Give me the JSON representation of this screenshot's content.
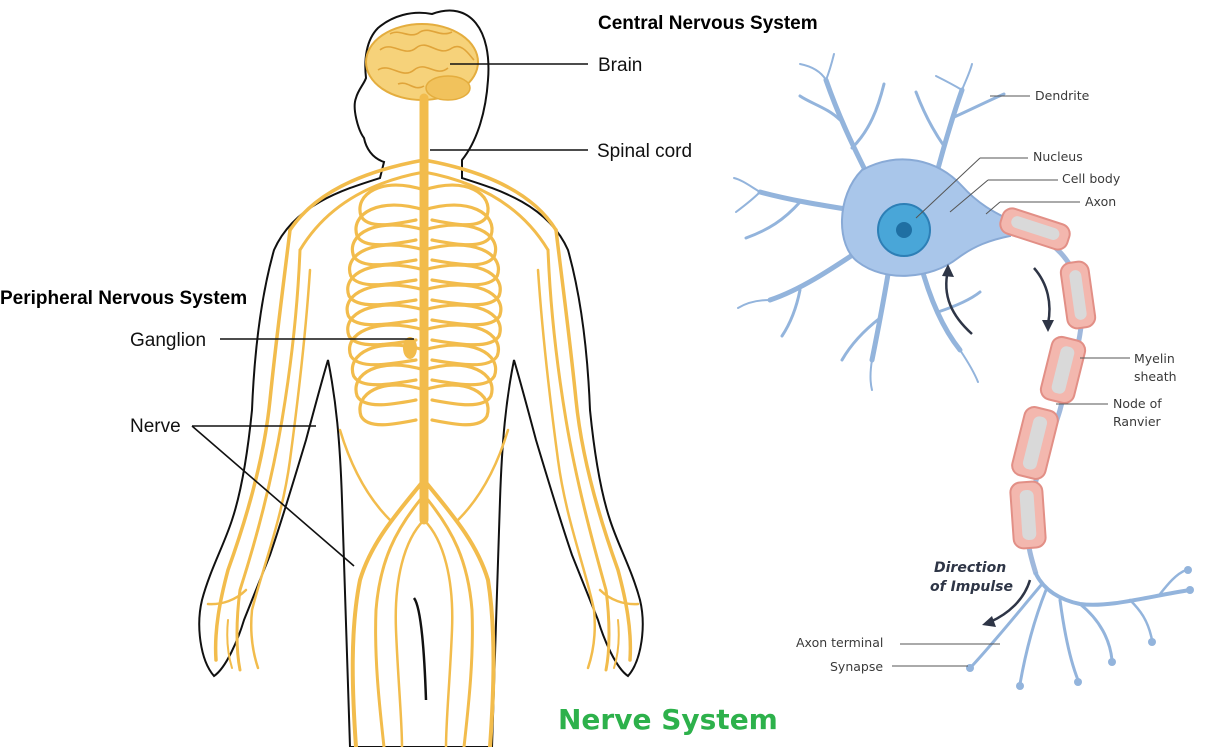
{
  "colors": {
    "nerve": "#f2bc4c",
    "brain": "#f6d27a",
    "neuron_body": "#a9c6ea",
    "neuron_outline": "#89aad6",
    "nucleus": "#49a6d8",
    "myelin": "#f3b7ae",
    "title": "#2db14b"
  },
  "body_diagram": {
    "central_header": "Central Nervous System",
    "peripheral_header": "Peripheral Nervous System",
    "labels": {
      "brain": "Brain",
      "spinal_cord": "Spinal cord",
      "ganglion": "Ganglion",
      "nerve": "Nerve"
    }
  },
  "neuron_diagram": {
    "labels": {
      "dendrite": "Dendrite",
      "nucleus": "Nucleus",
      "cell_body": "Cell body",
      "axon": "Axon",
      "myelin_line1": "Myelin",
      "myelin_line2": "sheath",
      "node_line1": "Node of",
      "node_line2": "Ranvier",
      "axon_terminal": "Axon terminal",
      "synapse": "Synapse"
    },
    "direction_line1": "Direction",
    "direction_line2": "of Impulse"
  },
  "title": "Nerve System"
}
